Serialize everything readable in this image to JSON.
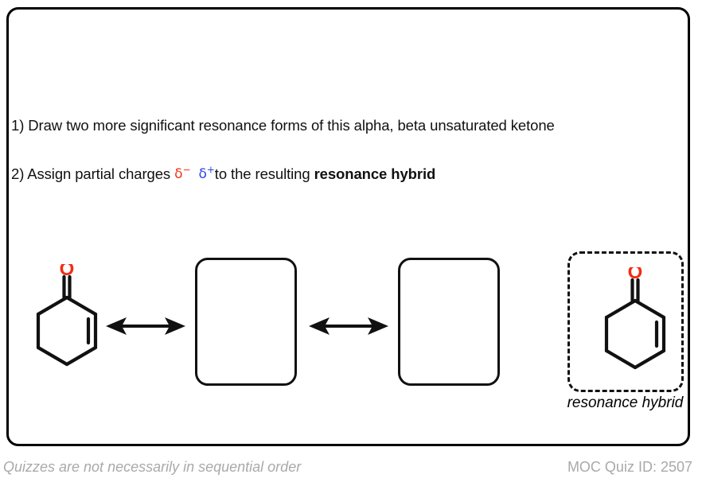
{
  "card": {
    "border_color": "#000000",
    "background": "#ffffff"
  },
  "questions": [
    {
      "id": "question-1",
      "number": "1)",
      "text": "1) Draw two more significant resonance forms of this alpha, beta unsaturated ketone"
    },
    {
      "id": "question-2",
      "prefix": "2) Assign partial charges ",
      "delta_negative": "δ",
      "delta_negative_sign": "−",
      "delta_positive": "δ",
      "delta_positive_sign": "+",
      "middle": "to the resulting ",
      "emphasis": "resonance hybrid"
    }
  ],
  "colors": {
    "oxygen_red": "#f42b12",
    "delta_negative": "#f03314",
    "delta_positive": "#2a47e8",
    "bond_black": "#111111",
    "footer_gray": "#a9a9a9"
  },
  "scheme": {
    "reactant": {
      "name": "cyclohex-2-en-1-one",
      "oxygen_label": "O",
      "bonds": "C=O at top vertex, C=C on right upper edge"
    },
    "answer_boxes": [
      {
        "id": "answer-box-1",
        "label": "",
        "style": "solid-rounded"
      },
      {
        "id": "answer-box-2",
        "label": "",
        "style": "solid-rounded"
      }
    ],
    "arrows": [
      {
        "id": "resonance-arrow-1",
        "type": "double-headed-resonance-arrow"
      },
      {
        "id": "resonance-arrow-2",
        "type": "double-headed-resonance-arrow"
      }
    ],
    "hybrid": {
      "caption": "resonance hybrid",
      "oxygen_label": "O",
      "box_style": "dashed-rounded",
      "name": "cyclohex-2-en-1-one"
    }
  },
  "footer": {
    "note": "Quizzes are not necessarily in sequential order",
    "quiz_id": "MOC Quiz ID: 2507"
  }
}
